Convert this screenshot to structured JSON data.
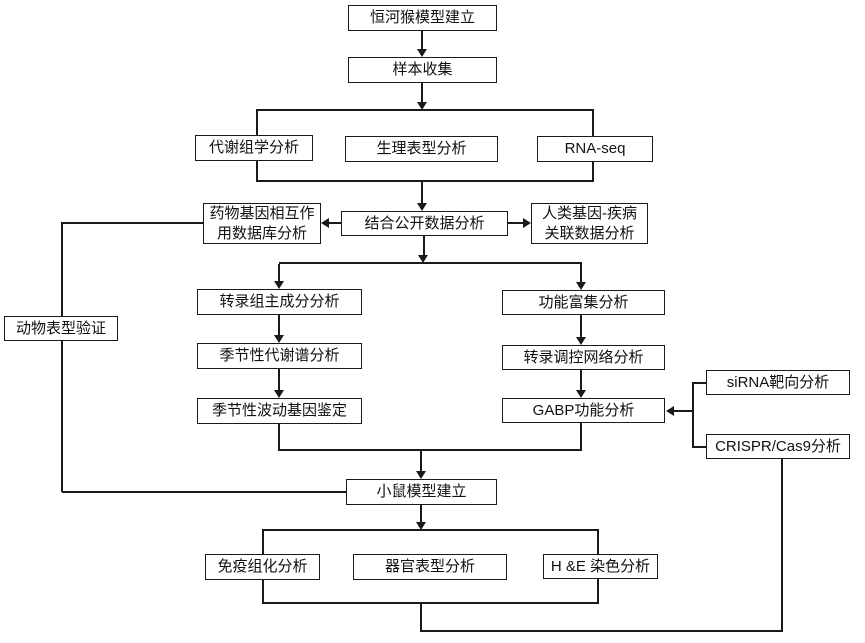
{
  "diagram": {
    "type": "flowchart",
    "colors": {
      "background": "#ffffff",
      "line": "#1a1a1a",
      "box_fill": "#ffffff",
      "box_border": "#1a1a1a",
      "text": "#111111"
    },
    "nodes": {
      "rhesus_model": {
        "label": "恒河猴模型建立"
      },
      "sample_collection": {
        "label": "样本收集"
      },
      "metabolomics": {
        "label": "代谢组学分析"
      },
      "physiological_phenotype": {
        "label": "生理表型分析"
      },
      "rna_seq": {
        "label": "RNA-seq"
      },
      "drug_gene_db": {
        "label": "药物基因相互作\n用数据库分析"
      },
      "public_data": {
        "label": "结合公开数据分析"
      },
      "human_gene_disease": {
        "label": "人类基因-疾病\n关联数据分析"
      },
      "animal_validation": {
        "label": "动物表型验证"
      },
      "transcriptome_pca": {
        "label": "转录组主成分分析"
      },
      "functional_enrichment": {
        "label": "功能富集分析"
      },
      "seasonal_metabolic": {
        "label": "季节性代谢谱分析"
      },
      "transcription_network": {
        "label": "转录调控网络分析"
      },
      "seasonal_gene_id": {
        "label": "季节性波动基因鉴定"
      },
      "gabp_function": {
        "label": "GABP功能分析"
      },
      "sirna_targeting": {
        "label": "siRNA靶向分析"
      },
      "crispr_cas9": {
        "label": "CRISPR/Cas9分析"
      },
      "mouse_model": {
        "label": "小鼠模型建立"
      },
      "immunohistochemistry": {
        "label": "免疫组化分析"
      },
      "organ_phenotype": {
        "label": "器官表型分析"
      },
      "he_staining": {
        "label": "H &E 染色分析"
      }
    }
  }
}
